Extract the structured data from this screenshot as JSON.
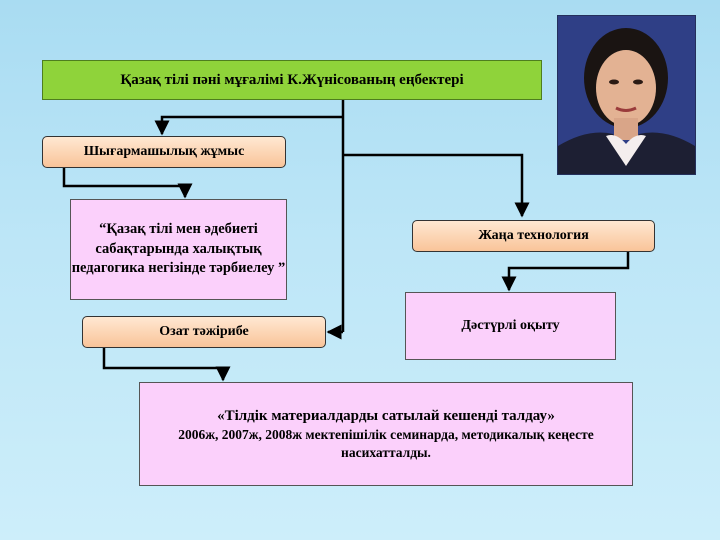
{
  "title": "Қазақ тілі пәні  мұғалімі  К.Жүнісованың еңбектері",
  "nodes": {
    "works": "Шығармашылық жұмыс",
    "quote": "“Қазақ тілі мен әдебиеті сабақтарында халықтық педагогика негізінде тәрбиелеу ”",
    "techno": "Жаңа технология",
    "traditional": "Дәстүрлі оқыту",
    "ozat": "Озат тәжірибе",
    "seminar_title": "«Тілдік материалдарды сатылай кешенді талдау»",
    "seminar_body": "2006ж, 2007ж, 2008ж  мектепішілік семинарда, методикалық кеңесте насихатталды."
  },
  "colors": {
    "title_bg": "#8fd33a",
    "box_orange": "#f9c499",
    "box_pink": "#fbd0fb",
    "background": "#bde6f7"
  }
}
